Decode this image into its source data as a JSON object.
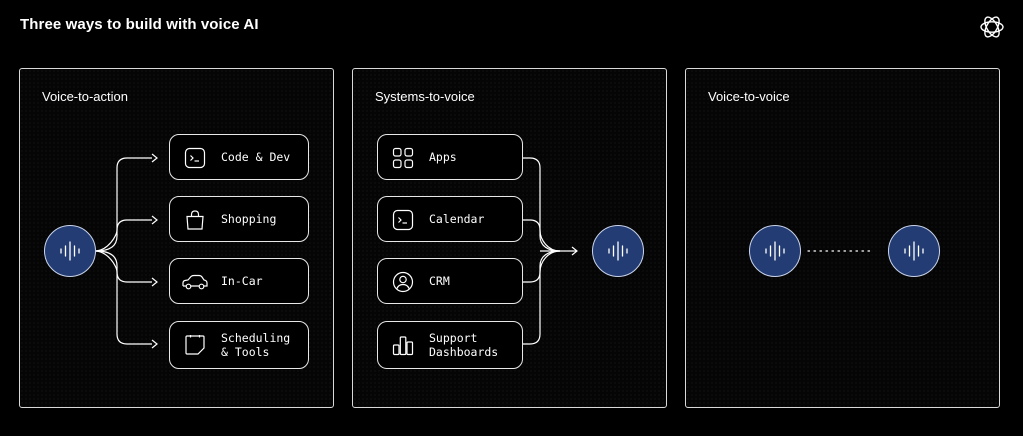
{
  "header": {
    "title": "Three ways to build with voice AI",
    "logo_icon": "openai-logo-icon"
  },
  "panels": [
    {
      "title": "Voice-to-action",
      "cards": [
        {
          "label": "Code & Dev",
          "icon": "terminal-icon"
        },
        {
          "label": "Shopping",
          "icon": "shopping-bag-icon"
        },
        {
          "label": "In-Car",
          "icon": "car-icon"
        },
        {
          "label": "Scheduling\n& Tools",
          "icon": "sticky-note-icon"
        }
      ]
    },
    {
      "title": "Systems-to-voice",
      "cards": [
        {
          "label": "Apps",
          "icon": "apps-grid-icon"
        },
        {
          "label": "Calendar",
          "icon": "terminal-icon"
        },
        {
          "label": "CRM",
          "icon": "user-circle-icon"
        },
        {
          "label": "Support\nDashboards",
          "icon": "bar-chart-icon"
        }
      ]
    },
    {
      "title": "Voice-to-voice"
    }
  ],
  "colors": {
    "orb_fill": "#233c74",
    "background": "#000000",
    "border": "#d9d9d9"
  }
}
